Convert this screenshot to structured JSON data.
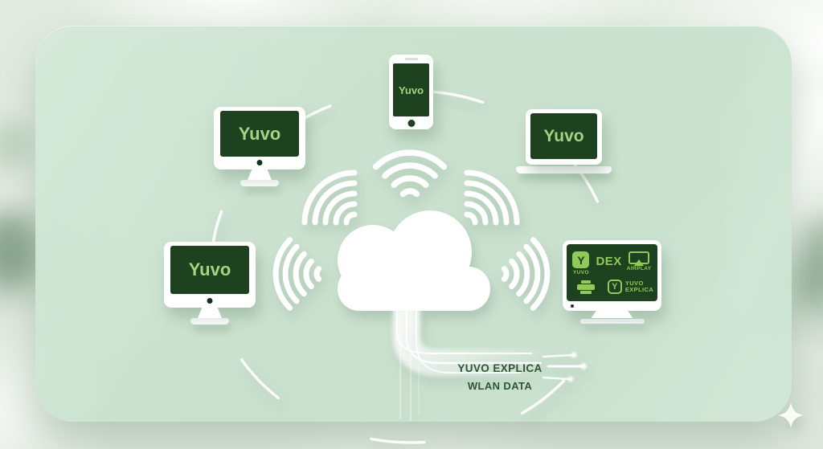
{
  "colors": {
    "accent_light_green": "#a2d482",
    "tv_icon_green": "#8ecb5b",
    "screen_dark_green": "#1e4120",
    "callout_text_green": "#2f5433",
    "panel_mint": "#cde3d0"
  },
  "devices": {
    "phone": {
      "label": "Yuvo"
    },
    "monitor_upper_left": {
      "label": "Yuvo"
    },
    "laptop": {
      "label": "Yuvo"
    },
    "monitor_left": {
      "label": "Yuvo"
    },
    "smart_tv": {
      "yuvo_app_letter": "Y",
      "yuvo_app_label": "YUVO",
      "dex_label": "DEX",
      "airplay_label": "AIRPLAY",
      "explica_letter": "Y",
      "explica_line1": "YUVO",
      "explica_line2": "EXPLICA"
    }
  },
  "callout": {
    "line1": "YUVO EXPLICA",
    "line2": "WLAN DATA"
  },
  "icons": {
    "center": "cloud-icon",
    "signals": "wifi-signal-icon",
    "tv_icons": [
      "yuvo-app-icon",
      "airplay-icon",
      "printer-icon",
      "yuvo-explica-app-icon"
    ],
    "corner": "sparkle-icon"
  }
}
